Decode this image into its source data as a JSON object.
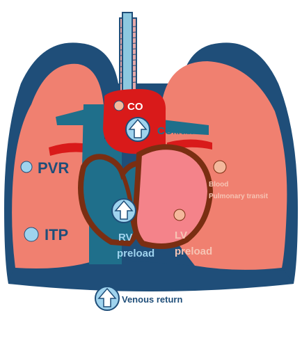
{
  "colors": {
    "chest": "#1f4e79",
    "lung": "#f08070",
    "aorta": "#d91a1a",
    "vein": "#1f6f8b",
    "heart_outline": "#7a2e12",
    "lv_fill": "#f4838a",
    "dot_blue": "#9fd3ee",
    "dot_peach": "#f4b89c",
    "trachea": "#e6a8a8",
    "trachea_cap": "#8cc8e0"
  },
  "labels": {
    "co": "CO",
    "co_rt": "CO",
    "co_rt_sub": "Rt side",
    "pvr": "PVR",
    "itp": "ITP",
    "blood_line1": "Blood",
    "blood_line2": "Pulmonary transit",
    "rv_line1": "RV",
    "rv_line2": "preload",
    "lv_line1": "LV",
    "lv_line2": "preload",
    "venous_return": "Venous return"
  },
  "icons": [
    "up-arrow-icon",
    "up-arrow-icon",
    "up-arrow-icon"
  ]
}
